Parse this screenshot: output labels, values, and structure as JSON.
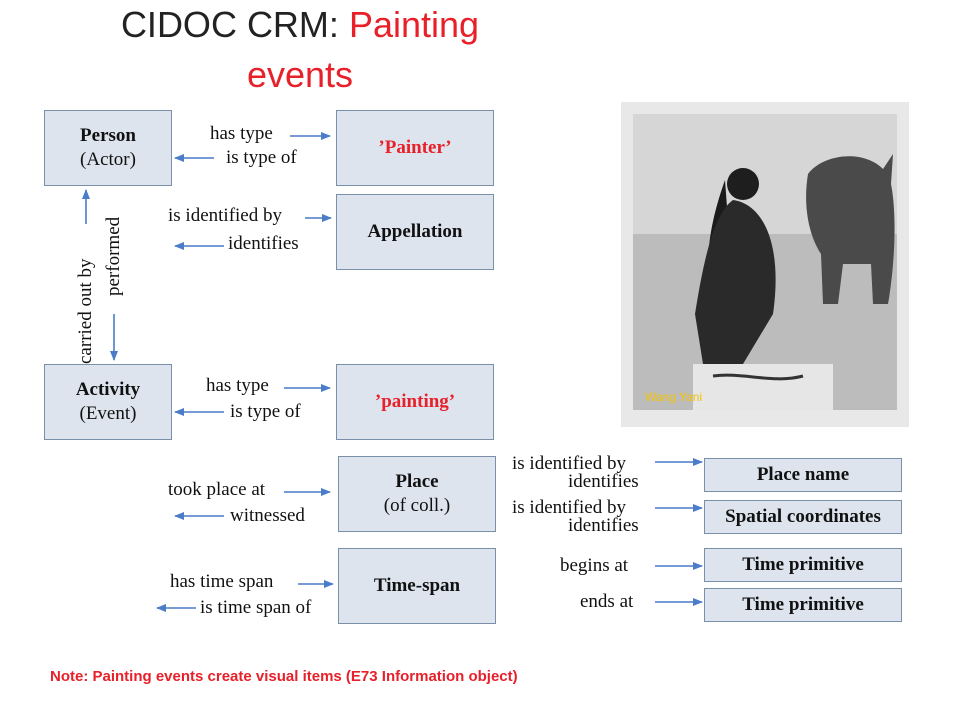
{
  "title": {
    "prefix": "CIDOC CRM: ",
    "accent": "Painting events"
  },
  "boxes": {
    "person": {
      "line1": "Person",
      "line2": "(Actor)"
    },
    "painter": {
      "label": "’Painter’"
    },
    "appellation": {
      "label": "Appellation"
    },
    "activity": {
      "line1": "Activity",
      "line2": "(Event)"
    },
    "painting": {
      "label": "’painting’"
    },
    "place": {
      "line1": "Place",
      "line2": "(of coll.)"
    },
    "timespan": {
      "label": "Time-span"
    },
    "placename": {
      "label": "Place name"
    },
    "spatial": {
      "label": "Spatial coordinates"
    },
    "timeprim1": {
      "label": "Time primitive"
    },
    "timeprim2": {
      "label": "Time primitive"
    }
  },
  "edges": {
    "person_hastype": "has type",
    "person_istypeof": "is type of",
    "person_isidentifiedby": "is identified by",
    "person_identifies": "identifies",
    "carried_out_by": "carried out by",
    "performed": "performed",
    "activity_hastype": "has type",
    "activity_istypeof": "is type of",
    "took_place_at": "took place at",
    "witnessed": "witnessed",
    "has_time_span": "has time span",
    "is_time_span_of": "is time span of",
    "place_isidentifiedby1": "is identified by",
    "place_identifies1": "identifies",
    "place_isidentifiedby2": "is identified by",
    "place_identifies2": "identifies",
    "begins_at": "begins at",
    "ends_at": "ends at"
  },
  "photo": {
    "caption": "Wang Yani"
  },
  "note": "Note: Painting events create visual items (E73 Information object)",
  "colors": {
    "accent": "#e8202a",
    "arrow": "#4a7cc7",
    "box_fill": "#dde4ee",
    "box_border": "#7a8fa8"
  }
}
